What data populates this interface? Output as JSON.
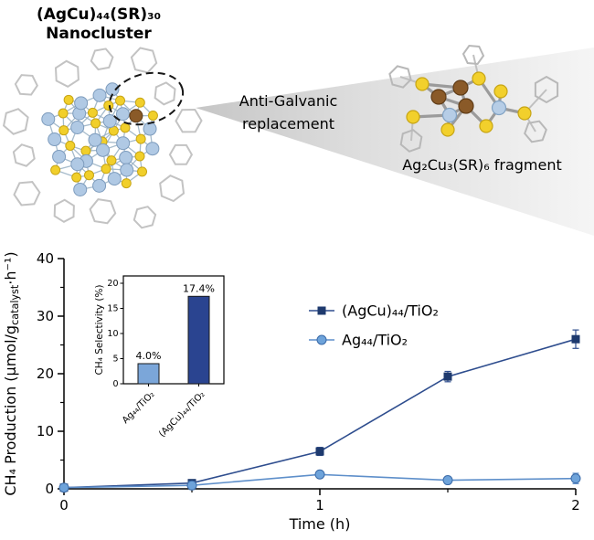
{
  "figure": {
    "cluster_title": "(AgCu)₄₄(SR)₃₀",
    "cluster_subtitle": "Nanocluster",
    "process_label_line1": "Anti-Galvanic",
    "process_label_line2": "replacement",
    "fragment_label": "Ag₂Cu₃(SR)₆ fragment"
  },
  "colors": {
    "series1_line": "#2e4d8e",
    "series1_marker": "#1e3a6e",
    "series2_line": "#5e8fca",
    "series2_marker": "#6ea3da",
    "inset_bar1": "#7ba6d9",
    "inset_bar2": "#2a4490",
    "sulfur_yellow": "#f2d02c",
    "silver_blue": "#b6cde6",
    "copper_brown": "#8a5a28"
  },
  "chart_data": [
    {
      "type": "line",
      "title": "",
      "xlabel": "Time (h)",
      "ylabel": "CH₄ Production (μmol/g~catalyst~·h⁻¹)",
      "xlim": [
        0,
        2
      ],
      "ylim": [
        0,
        40
      ],
      "xticks": [
        0,
        1,
        2
      ],
      "xticks_minor": [
        0.5,
        1.5
      ],
      "yticks": [
        0,
        10,
        20,
        30,
        40
      ],
      "grid": false,
      "legend_position": "upper-center-right",
      "series": [
        {
          "name": "(AgCu)₄₄/TiO₂",
          "marker": "square",
          "color": "#2e4d8e",
          "marker_color": "#1e3a6e",
          "x": [
            0,
            0.5,
            1,
            1.5,
            2
          ],
          "y": [
            0.2,
            1.0,
            6.5,
            19.5,
            26.0
          ],
          "yerr": [
            0.3,
            0.5,
            0.7,
            0.9,
            1.6
          ]
        },
        {
          "name": "Ag₄₄/TiO₂",
          "marker": "circle",
          "color": "#5e8fca",
          "marker_color": "#6ea3da",
          "x": [
            0,
            0.5,
            1,
            1.5,
            2
          ],
          "y": [
            0.2,
            0.6,
            2.5,
            1.5,
            1.8
          ],
          "yerr": [
            0.2,
            0.7,
            0.5,
            0.4,
            0.9
          ]
        }
      ]
    },
    {
      "type": "bar",
      "inset": true,
      "ylabel": "CH₄ Selectivity (%)",
      "categories": [
        "Ag₄₄/TiO₂",
        "(AgCu)₄₄/TiO₂"
      ],
      "values": [
        4.0,
        17.4
      ],
      "value_labels": [
        "4.0%",
        "17.4%"
      ],
      "bar_colors": [
        "#7ba6d9",
        "#2a4490"
      ],
      "ylim": [
        0,
        20
      ],
      "yticks": [
        0,
        5,
        10,
        15,
        20
      ]
    }
  ]
}
